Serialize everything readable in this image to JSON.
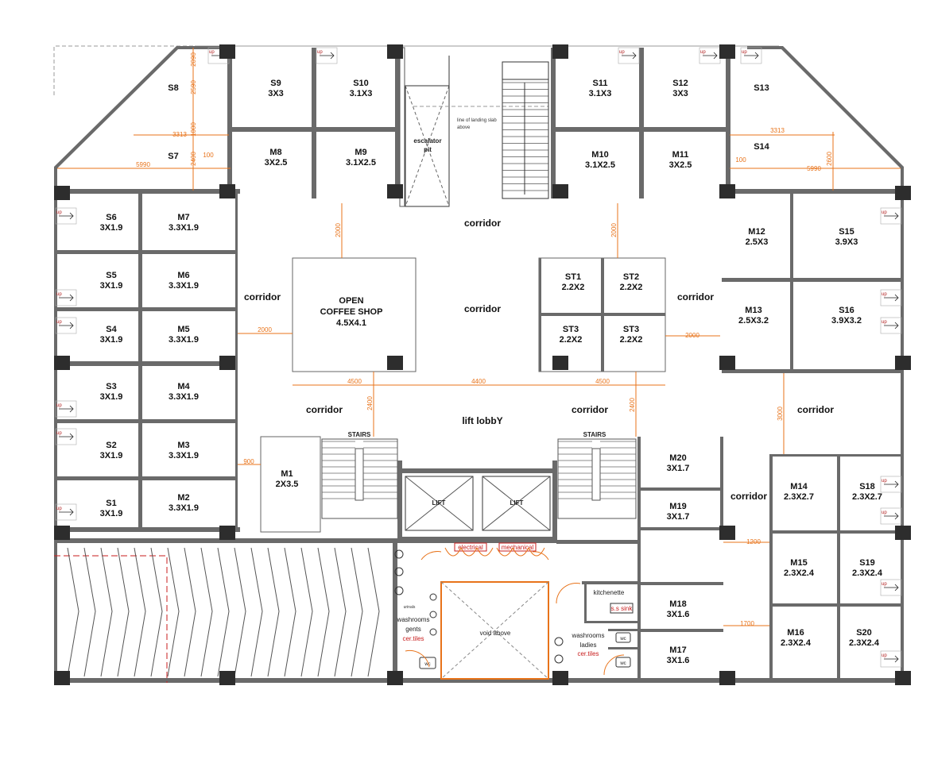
{
  "rooms": [
    {
      "id": "S8",
      "name": "S8",
      "size": ""
    },
    {
      "id": "S9",
      "name": "S9",
      "size": "3X3"
    },
    {
      "id": "S10",
      "name": "S10",
      "size": "3.1X3"
    },
    {
      "id": "S11",
      "name": "S11",
      "size": "3.1X3"
    },
    {
      "id": "S12",
      "name": "S12",
      "size": "3X3"
    },
    {
      "id": "S13",
      "name": "S13",
      "size": ""
    },
    {
      "id": "S7",
      "name": "S7",
      "size": ""
    },
    {
      "id": "M8",
      "name": "M8",
      "size": "3X2.5"
    },
    {
      "id": "M9",
      "name": "M9",
      "size": "3.1X2.5"
    },
    {
      "id": "M10",
      "name": "M10",
      "size": "3.1X2.5"
    },
    {
      "id": "M11",
      "name": "M11",
      "size": "3X2.5"
    },
    {
      "id": "S14",
      "name": "S14",
      "size": ""
    },
    {
      "id": "S6",
      "name": "S6",
      "size": "3X1.9"
    },
    {
      "id": "M7",
      "name": "M7",
      "size": "3.3X1.9"
    },
    {
      "id": "M12",
      "name": "M12",
      "size": "2.5X3"
    },
    {
      "id": "S15",
      "name": "S15",
      "size": "3.9X3"
    },
    {
      "id": "S5",
      "name": "S5",
      "size": "3X1.9"
    },
    {
      "id": "M6",
      "name": "M6",
      "size": "3.3X1.9"
    },
    {
      "id": "S4",
      "name": "S4",
      "size": "3X1.9"
    },
    {
      "id": "M5",
      "name": "M5",
      "size": "3.3X1.9"
    },
    {
      "id": "M13",
      "name": "M13",
      "size": "2.5X3.2"
    },
    {
      "id": "S16",
      "name": "S16",
      "size": "3.9X3.2"
    },
    {
      "id": "ST1",
      "name": "ST1",
      "size": "2.2X2"
    },
    {
      "id": "ST2",
      "name": "ST2",
      "size": "2.2X2"
    },
    {
      "id": "ST3a",
      "name": "ST3",
      "size": "2.2X2"
    },
    {
      "id": "ST3b",
      "name": "ST3",
      "size": "2.2X2"
    },
    {
      "id": "S3",
      "name": "S3",
      "size": "3X1.9"
    },
    {
      "id": "M4",
      "name": "M4",
      "size": "3.3X1.9"
    },
    {
      "id": "S2",
      "name": "S2",
      "size": "3X1.9"
    },
    {
      "id": "M3",
      "name": "M3",
      "size": "3.3X1.9"
    },
    {
      "id": "S1",
      "name": "S1",
      "size": "3X1.9"
    },
    {
      "id": "M2",
      "name": "M2",
      "size": "3.3X1.9"
    },
    {
      "id": "M1",
      "name": "M1",
      "size": "2X3.5"
    },
    {
      "id": "M20",
      "name": "M20",
      "size": "3X1.7"
    },
    {
      "id": "M19",
      "name": "M19",
      "size": "3X1.7"
    },
    {
      "id": "M14",
      "name": "M14",
      "size": "2.3X2.7"
    },
    {
      "id": "S18",
      "name": "S18",
      "size": "2.3X2.7"
    },
    {
      "id": "M15",
      "name": "M15",
      "size": "2.3X2.4"
    },
    {
      "id": "S19",
      "name": "S19",
      "size": "2.3X2.4"
    },
    {
      "id": "M18",
      "name": "M18",
      "size": "3X1.6"
    },
    {
      "id": "M17",
      "name": "M17",
      "size": "3X1.6"
    },
    {
      "id": "M16",
      "name": "M16",
      "size": "2.3X2.4"
    },
    {
      "id": "S20",
      "name": "S20",
      "size": "2.3X2.4"
    }
  ],
  "coffee_shop": {
    "line1": "OPEN",
    "line2": "COFFEE SHOP",
    "size": "4.5X4.1"
  },
  "labels": {
    "corridor": "corridor",
    "lift_lobby": "lift lobbY",
    "lift": "LIFT",
    "stairs": "STAIRS",
    "escalator": "escalator",
    "pit": "pit",
    "landing_note_1": "line of landing slab",
    "landing_note_2": "above",
    "void": "void above",
    "kitchenette": "kitchenette",
    "sink": "s.s sink",
    "washrooms": "washrooms",
    "gents": "gents",
    "ladies": "ladies",
    "tiles": "cer.tiles",
    "urinals": "urinals",
    "wc": "wc",
    "electrical": "electrical",
    "mechanical": "mechanical",
    "up": "up"
  },
  "dimensions": {
    "d2090": "2090",
    "d2590": "2590",
    "d3313": "3313",
    "d3313b": "3313",
    "d2400a": "2400",
    "d100a": "100",
    "d100b": "100",
    "d1000": "1000",
    "d5990a": "5990",
    "d5990b": "5990",
    "d2600": "2600",
    "d2000a": "2000",
    "d2000b": "2000",
    "d2000c": "2000",
    "d2000d": "2000",
    "d4500a": "4500",
    "d4400": "4400",
    "d4500b": "4500",
    "d2400b": "2400",
    "d2400c": "2400",
    "d3000": "3000",
    "d900": "900",
    "d1200": "1200",
    "d1700": "1700"
  },
  "colors": {
    "walls": "#6a6a6a",
    "columns": "#2d2d2d",
    "dimension": "#e8731a",
    "annotation": "#c81e1e",
    "dashed": "#c81e1e"
  }
}
